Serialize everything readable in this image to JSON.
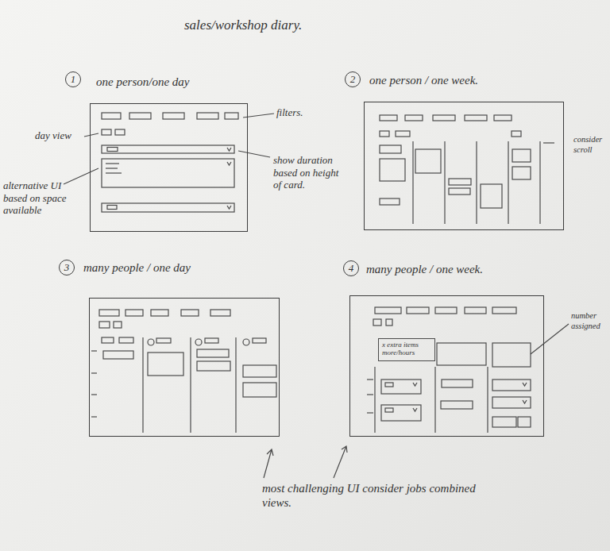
{
  "diagram": {
    "title": "sales/workshop diary.",
    "nodes": [
      {
        "text": [
          "1"
        ]
      },
      {
        "text": [
          "one person/one day"
        ]
      },
      {
        "text": [
          "2"
        ]
      },
      {
        "text": [
          "one person / one week."
        ]
      },
      {
        "text": [
          "3"
        ]
      },
      {
        "text": [
          "many people / one day"
        ]
      },
      {
        "text": [
          "4"
        ]
      },
      {
        "text": [
          "many people / one week."
        ]
      },
      {
        "text": [
          "x extra items more/hours"
        ],
        "in": 7
      }
    ],
    "labels": [
      "filters.",
      "day view",
      "alternative UI based on space available",
      "show duration based on height of card.",
      "consider scroll",
      "number assigned",
      "most challenging UI consider jobs combined views."
    ]
  }
}
